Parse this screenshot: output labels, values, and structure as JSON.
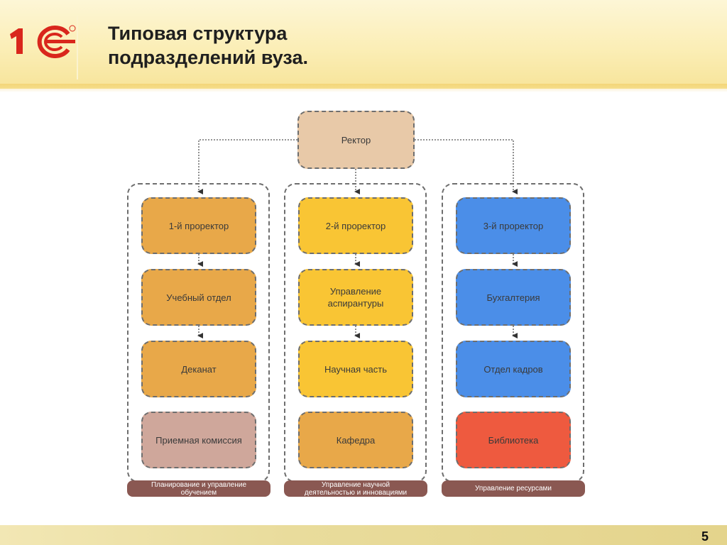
{
  "header": {
    "title_line1": "Типовая структура",
    "title_line2": "подразделений вуза."
  },
  "logo": {
    "text": "1С",
    "mark": "®"
  },
  "diagram": {
    "rector": "Ректор",
    "columns": [
      {
        "items": [
          "1-й проректор",
          "Учебный отдел",
          "Деканат",
          "Приемная комиссия"
        ],
        "tag_line1": "Планирование и управление",
        "tag_line2": "обучением"
      },
      {
        "items": [
          "2-й проректор",
          "Управление аспирантуры",
          "Научная часть",
          "Кафедра"
        ],
        "tag_line1": "Управление научной",
        "tag_line2": "деятельностью и инновациями"
      },
      {
        "items": [
          "3-й проректор",
          "Бухгалтерия",
          "Отдел кадров",
          "Библиотека"
        ],
        "tag_line1": "Управление ресурсами",
        "tag_line2": ""
      }
    ]
  },
  "footer": {
    "page_number": "5"
  },
  "colors": {
    "header_bg": "#fbeeb6",
    "logo_red": "#d9261c",
    "orange": "#e8a849",
    "yellow": "#f9c534",
    "blue": "#4b8ee8",
    "red": "#ee5a3f",
    "mauve": "#cfa79b",
    "tag": "#8a5852"
  }
}
